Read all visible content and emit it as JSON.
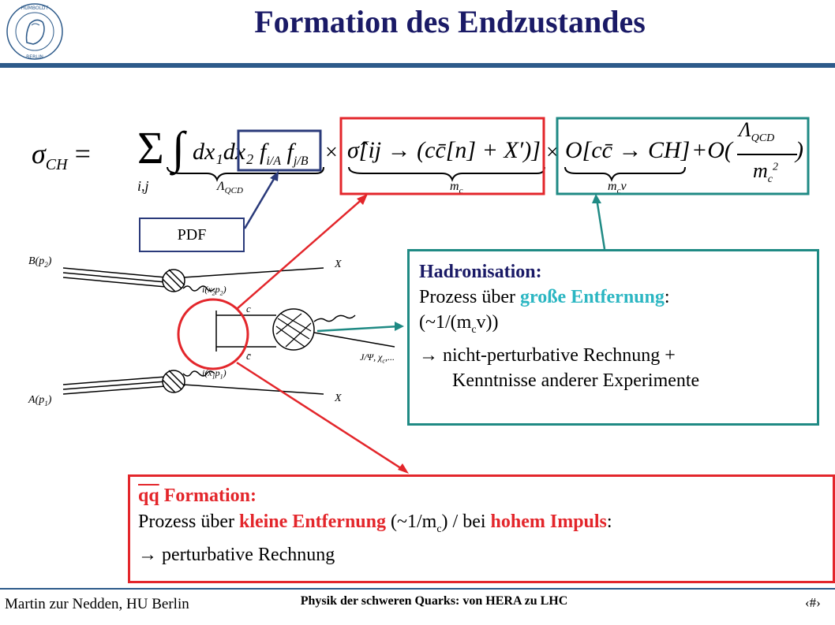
{
  "header": {
    "title": "Formation des Endzustandes"
  },
  "logo": {
    "text": "HUMBOLDT-UNIVERSITÄT ZU BERLIN"
  },
  "equation": {
    "lhs": "σ",
    "lhs_sub": "CH",
    "eq": "=",
    "sum": "Σ",
    "sum_sub": "i,j",
    "integral": "∫",
    "pdf_term": "dx₁dx₂ f",
    "f_i_sub": "i/A",
    "f_j": "f",
    "f_j_sub": "j/B",
    "brace1_label": "Λ",
    "brace1_sub": "QCD",
    "times": "×",
    "sigma_hat_term": "σ̂[ij → (cc̄[n] + X′)]",
    "brace2_label": "m",
    "brace2_sub": "c",
    "times2": "×",
    "O_term": "O[cc̄ → CH]",
    "brace3_label": "m",
    "brace3_sub": "c",
    "brace3_suffix": "v",
    "plus_O": "+O(",
    "frac_num": "Λ",
    "frac_num_sub": "QCD",
    "frac_den": "m",
    "frac_den_sub": "c",
    "frac_den_sup": "2",
    "close": ")"
  },
  "pdf_label": "PDF",
  "feynman": {
    "B_label": "B(p",
    "B_sub": "2",
    "A_label": "A(p",
    "A_sub": "1",
    "X_top": "X",
    "X_bottom": "X",
    "i_top": "i(x",
    "i_top_sub": "2",
    "i_top_p": "p",
    "i_top_psub": "2",
    "i_bot": "i(x",
    "i_bot_sub": "1",
    "i_bot_p": "p",
    "i_bot_psub": "1",
    "c_label": "c",
    "cbar_label": "c̄",
    "jpsi_label": "J/Ψ, χ",
    "jpsi_sub": "c",
    "jpsi_dots": ",..."
  },
  "hadronisation": {
    "heading": "Hadronisation:",
    "line1_pre": "Prozess über ",
    "line1_hl": "große Entfernung",
    "line1_post": ":",
    "line2_pre": "(~1/(m",
    "line2_sub": "c",
    "line2_post": "v))",
    "line3": "→ nicht-perturbative Rechnung +",
    "line4": "Kenntnisse anderer Experimente"
  },
  "formation": {
    "heading_q": "qq",
    "heading_rest": " Formation:",
    "line1_pre": "Prozess über ",
    "line1_hl1": "kleine Entfernung",
    "line1_mid1": " (~1/m",
    "line1_sub": "c",
    "line1_mid2": ") / bei ",
    "line1_hl2": "hohem Impuls",
    "line1_post": ":",
    "line2": "→ perturbative Rechnung"
  },
  "footer": {
    "author": "Martin zur Nedden, HU Berlin",
    "course": "Physik der schweren Quarks: von HERA zu LHC",
    "page": "‹#›"
  },
  "colors": {
    "title": "#1a1a66",
    "rule": "#2d5a8a",
    "red": "#e3262b",
    "teal": "#1f8a84",
    "cyan": "#2bb6c2",
    "navy": "#2a3a7a"
  }
}
